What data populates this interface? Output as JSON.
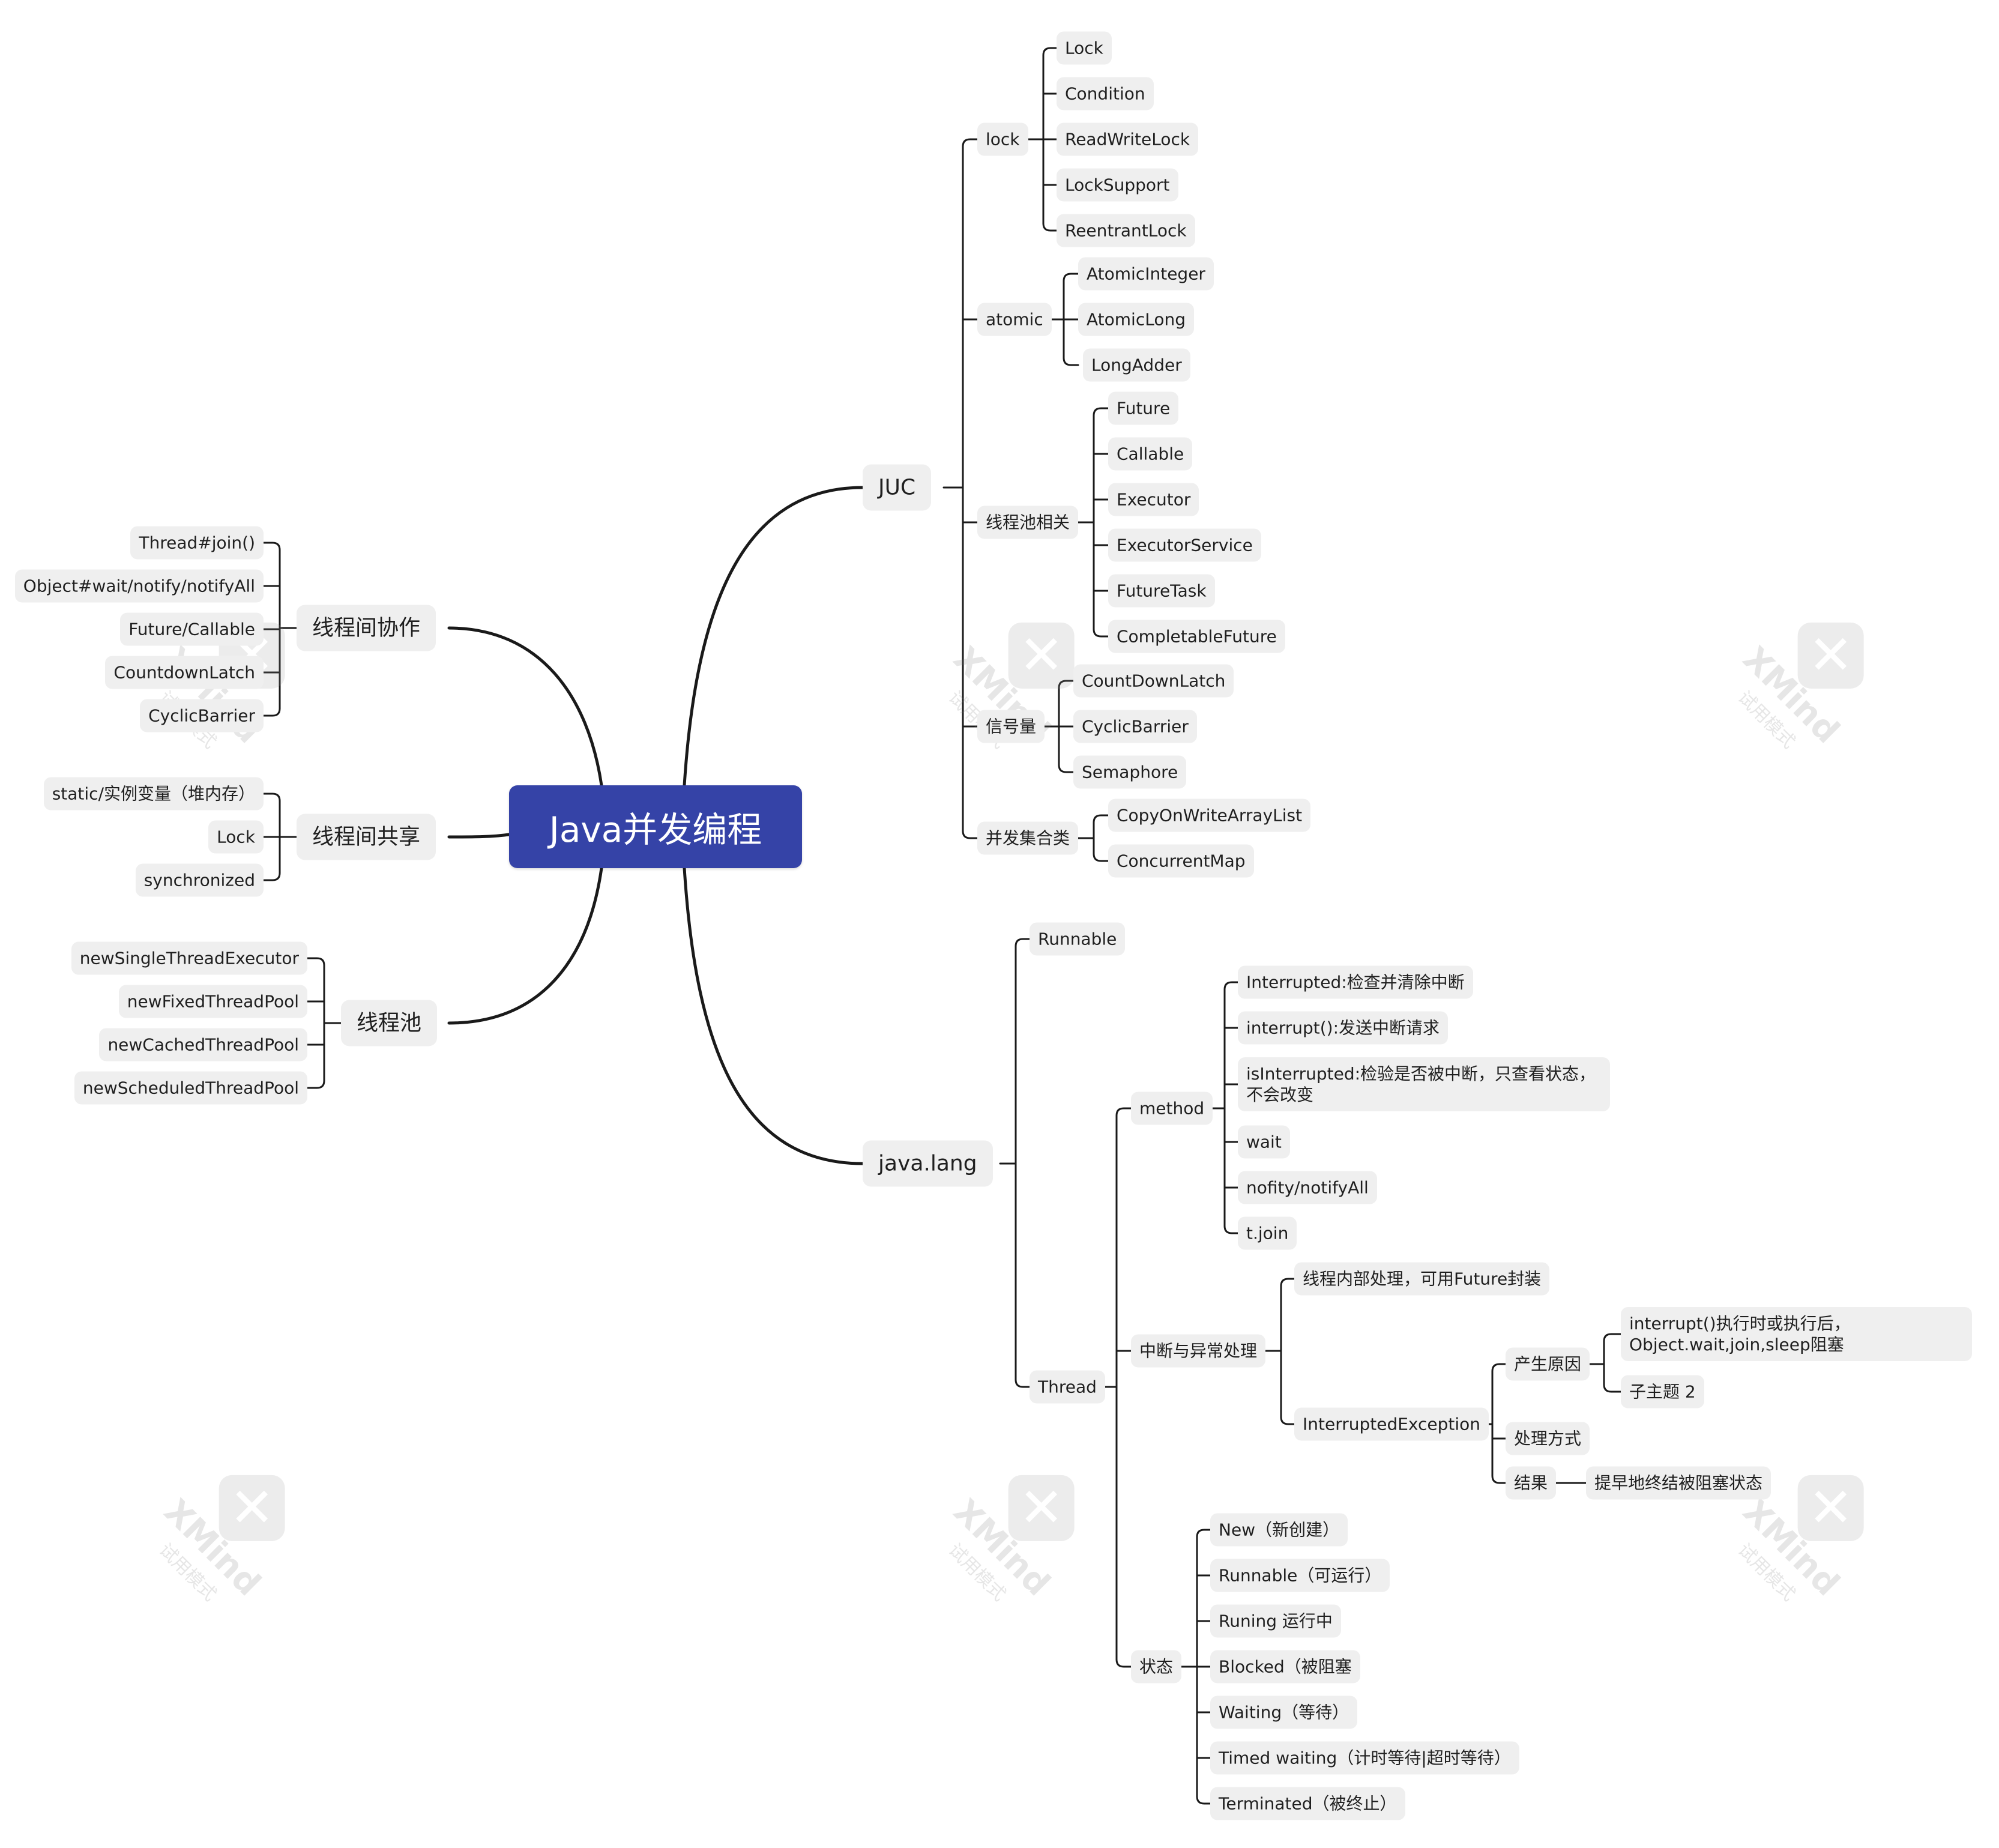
{
  "root": "Java并发编程",
  "branches": {
    "juc": {
      "label": "JUC",
      "lock": {
        "label": "lock",
        "items": [
          "Lock",
          "Condition",
          "ReadWriteLock",
          "LockSupport",
          "ReentrantLock"
        ]
      },
      "atomic": {
        "label": "atomic",
        "items": [
          "AtomicInteger",
          "AtomicLong",
          "LongAdder"
        ]
      },
      "pool": {
        "label": "线程池相关",
        "items": [
          "Future",
          "Callable",
          "Executor",
          "ExecutorService",
          "FutureTask",
          "CompletableFuture"
        ]
      },
      "sem": {
        "label": "信号量",
        "items": [
          "CountDownLatch",
          "CyclicBarrier",
          "Semaphore"
        ]
      },
      "coll": {
        "label": "并发集合类",
        "items": [
          "CopyOnWriteArrayList",
          "ConcurrentMap"
        ]
      }
    },
    "lang": {
      "label": "java.lang",
      "runnable": "Runnable",
      "thread": {
        "label": "Thread",
        "method": {
          "label": "method",
          "items": [
            "Interrupted:检查并清除中断",
            "interrupt():发送中断请求",
            "isInterrupted:检验是否被中断，只查看状态，不会改变",
            "wait",
            "nofity/notifyAll",
            "t.join"
          ]
        },
        "interrupt": {
          "label": "中断与异常处理",
          "inner": "线程内部处理，可用Future封装",
          "ie": {
            "label": "InterruptedException",
            "cause": {
              "label": "产生原因",
              "items": [
                "interrupt()执行时或执行后，Object.wait,join,sleep阻塞",
                "子主题 2"
              ]
            },
            "handle": "处理方式",
            "result": {
              "label": "结果",
              "value": "提早地终结被阻塞状态"
            }
          }
        },
        "state": {
          "label": "状态",
          "items": [
            "New（新创建）",
            " Runnable（可运行）",
            "Runing 运行中",
            "Blocked（被阻塞",
            "Waiting（等待）",
            "Timed waiting（计时等待|超时等待）",
            "Terminated（被终止）"
          ]
        }
      }
    },
    "coop": {
      "label": "线程间协作",
      "items": [
        "Thread#join()",
        "Object#wait/notify/notifyAll",
        "Future/Callable",
        "CountdownLatch",
        "CyclicBarrier"
      ]
    },
    "share": {
      "label": "线程间共享",
      "items": [
        "static/实例变量（堆内存）",
        "Lock",
        "synchronized"
      ]
    },
    "tpool": {
      "label": "线程池",
      "items": [
        "newSingleThreadExecutor",
        "newFixedThreadPool",
        "newCachedThreadPool",
        "newScheduledThreadPool"
      ]
    }
  },
  "watermark": {
    "brand": "XMind",
    "mode": "试用模式"
  }
}
